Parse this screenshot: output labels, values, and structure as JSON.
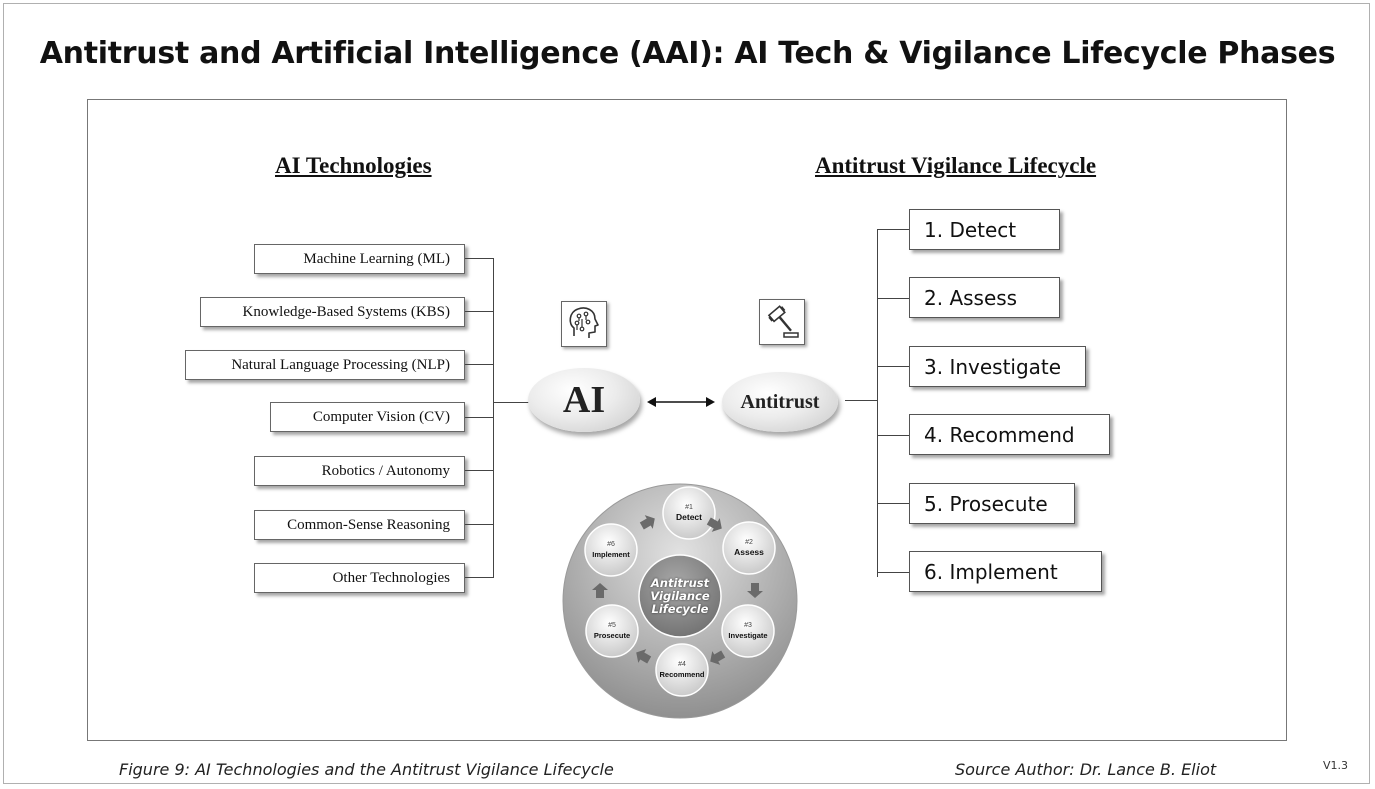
{
  "title": "Antitrust and Artificial Intelligence (AAI): AI Tech & Vigilance Lifecycle Phases",
  "left_heading": "AI Technologies",
  "right_heading": "Antitrust Vigilance Lifecycle",
  "technologies": [
    "Machine Learning (ML)",
    "Knowledge-Based Systems (KBS)",
    "Natural Language Processing (NLP)",
    "Computer Vision (CV)",
    "Robotics / Autonomy",
    "Common-Sense Reasoning",
    "Other Technologies"
  ],
  "ai_node": "AI",
  "antitrust_node": "Antitrust",
  "icons": {
    "ai": "brain-head-icon",
    "antitrust": "gavel-icon"
  },
  "phases": [
    "1.  Detect",
    "2.  Assess",
    "3.  Investigate",
    "4.  Recommend",
    "5.  Prosecute",
    "6.  Implement"
  ],
  "cycle": {
    "center": [
      "Antitrust",
      "Vigilance",
      "Lifecycle"
    ],
    "steps": [
      {
        "num": "#1",
        "label": "Detect"
      },
      {
        "num": "#2",
        "label": "Assess"
      },
      {
        "num": "#3",
        "label": "Investigate"
      },
      {
        "num": "#4",
        "label": "Recommend"
      },
      {
        "num": "#5",
        "label": "Prosecute"
      },
      {
        "num": "#6",
        "label": "Implement"
      }
    ]
  },
  "caption": "Figure 9: AI Technologies and the Antitrust Vigilance Lifecycle",
  "source": "Source Author: Dr. Lance B. Eliot",
  "version": "V1.3"
}
